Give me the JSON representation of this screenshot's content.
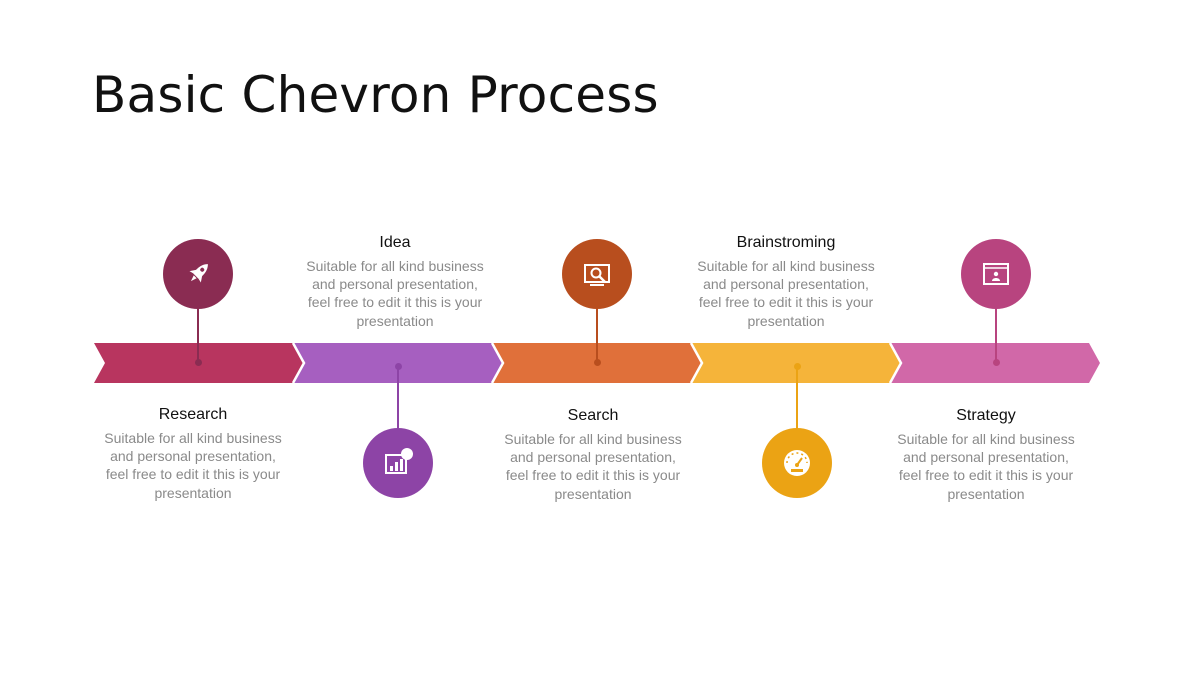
{
  "title": "Basic Chevron Process",
  "steps": [
    {
      "label": "Research",
      "text": "Suitable for all kind business and personal presentation, feel free to edit it this is your presentation",
      "color": "#b8355f",
      "circle_color": "#8a2c52",
      "icon": "rocket-icon"
    },
    {
      "label": "Idea",
      "text": "Suitable for all kind business and personal presentation, feel free to edit it this is your presentation",
      "color": "#a65fc0",
      "circle_color": "#8d44a6",
      "icon": "bar-chart-icon"
    },
    {
      "label": "Search",
      "text": "Suitable for all kind business and personal presentation, feel free to edit it this is your presentation",
      "color": "#e0703a",
      "circle_color": "#b84e1e",
      "icon": "monitor-search-icon"
    },
    {
      "label": "Brainstroming",
      "text": "Suitable for all kind business and personal presentation, feel free to edit it this is your presentation",
      "color": "#f5b43a",
      "circle_color": "#eba314",
      "icon": "speedometer-icon"
    },
    {
      "label": "Strategy",
      "text": "Suitable for all kind business and personal presentation, feel free to edit it this is your presentation",
      "color": "#d168a8",
      "circle_color": "#b8447f",
      "icon": "presentation-icon"
    }
  ]
}
